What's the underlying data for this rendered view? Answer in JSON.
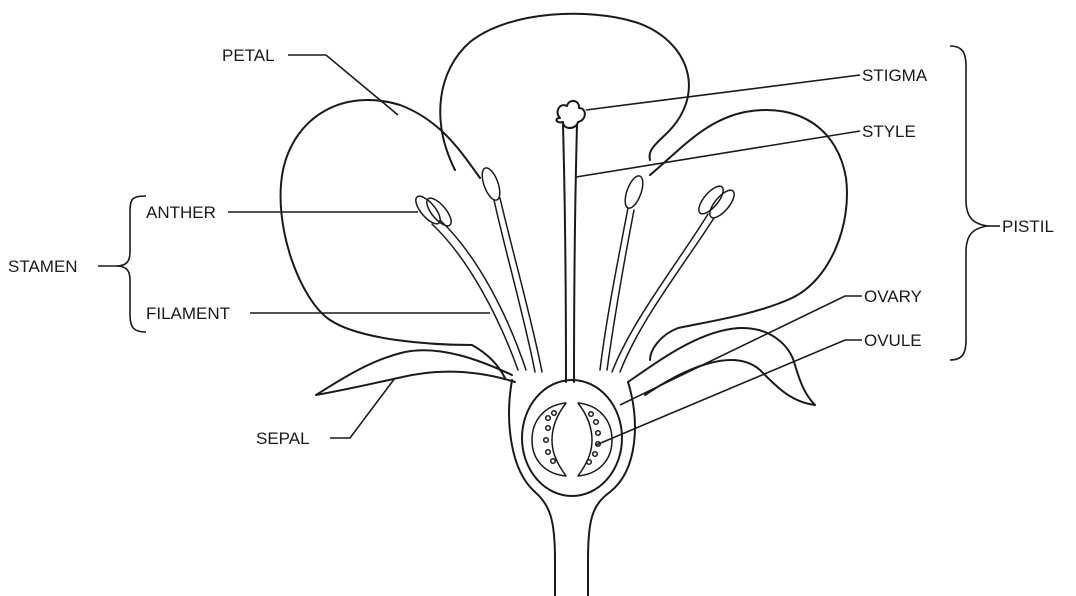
{
  "labels": {
    "petal": "PETAL",
    "stigma": "STIGMA",
    "style": "STYLE",
    "pistil": "PISTIL",
    "anther": "ANTHER",
    "stamen": "STAMEN",
    "filament": "FILAMENT",
    "ovary": "OVARY",
    "ovule": "OVULE",
    "sepal": "SEPAL"
  }
}
